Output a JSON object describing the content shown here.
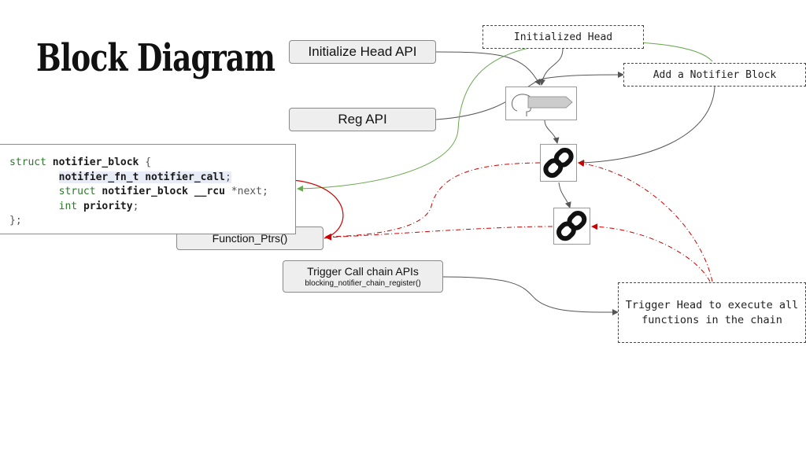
{
  "title": "Block Diagram",
  "buttons": {
    "init_head_api": "Initialize Head API",
    "reg_api": "Reg API",
    "function_ptrs": "Function_Ptrs()",
    "trigger_title": "Trigger Call chain APIs",
    "trigger_sub": "blocking_notifier_chain_register()"
  },
  "notes": {
    "initialized_head": "Initialized Head",
    "add_notifier": "Add a Notifier Block",
    "trigger_head": "Trigger Head to execute all functions in the chain"
  },
  "code": {
    "l1_kw": "struct",
    "l1_name": "notifier_block",
    "l1_brace": "{",
    "l2_type": "notifier_fn_t",
    "l2_name": "notifier_call",
    "l2_semi": ";",
    "l3_kw": "struct",
    "l3_type": "notifier_block",
    "l3_rcu": "__rcu",
    "l3_name": "*next",
    "l3_semi": ";",
    "l4_kw": "int",
    "l4_name": "priority",
    "l4_semi": ";",
    "l5": "};"
  },
  "icons": {
    "head": "head-with-tag-icon",
    "link1": "chain-link-icon",
    "link2": "chain-link-icon"
  },
  "colors": {
    "green": "#6aa84f",
    "red": "#cc0000",
    "arrow": "#555555"
  }
}
